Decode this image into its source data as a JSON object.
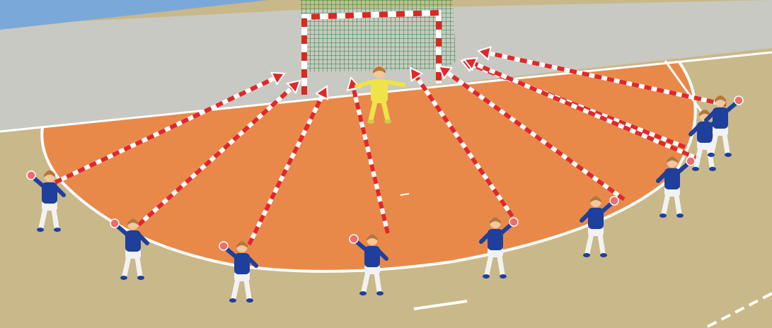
{
  "scene": {
    "sport": "handball",
    "shooter_count": 9,
    "goalkeeper_count": 1,
    "shot_arrow_count": 9,
    "colors": {
      "sky": "#7aa8d8",
      "wall": "#c8c9c2",
      "floor": "#c9b889",
      "goal_area": "#e8894a",
      "lines": "#ffffff",
      "arrow_red": "#e0282a",
      "goal_frame_red": "#d62a22",
      "goal_net": "#1f8a3a",
      "shirt": "#1e3f9c",
      "shorts": "#f2f2f2",
      "goalkeeper": "#efe347",
      "hair": "#b7773b",
      "skin": "#f0c9a0",
      "ball": "#ef6c6c"
    }
  }
}
